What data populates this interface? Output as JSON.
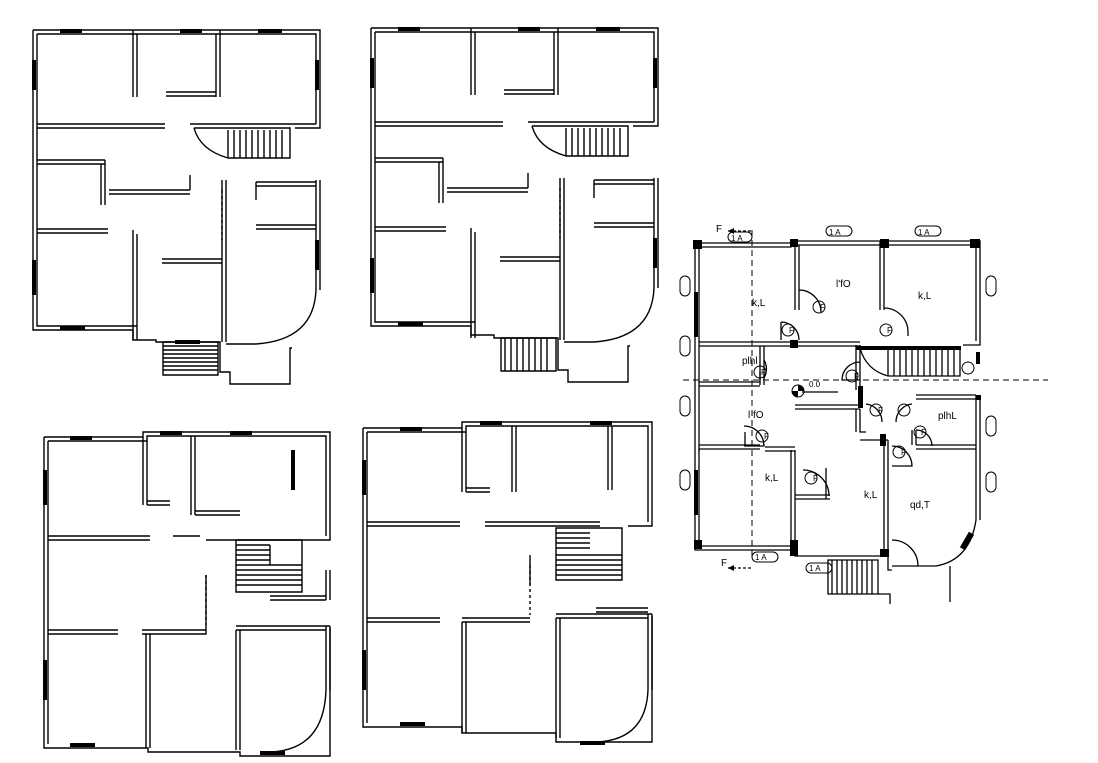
{
  "drawing": {
    "colors": {
      "line": "#000000",
      "wall_fill": "#000000",
      "background": "#ffffff"
    },
    "plans": [
      {
        "id": "plan-top-left"
      },
      {
        "id": "plan-top-right"
      },
      {
        "id": "plan-bottom-left"
      },
      {
        "id": "plan-bottom-right"
      },
      {
        "id": "plan-detailed"
      }
    ],
    "labels": {
      "section_mark_top": "F",
      "section_mark_bottom": "F",
      "tag_1a": "1 A",
      "room_kl_1": "k,L",
      "room_kl_2": "k,L",
      "room_kl_3": "k,L",
      "room_kl_4": "k,L",
      "room_ifo_1": "l'fO",
      "room_ifo_2": "l fO",
      "room_plhl_1": "plhl",
      "room_plhl_2": "plhL",
      "room_qdt": "qd,T",
      "level_mark": "0.0",
      "door_tag": "F"
    }
  }
}
